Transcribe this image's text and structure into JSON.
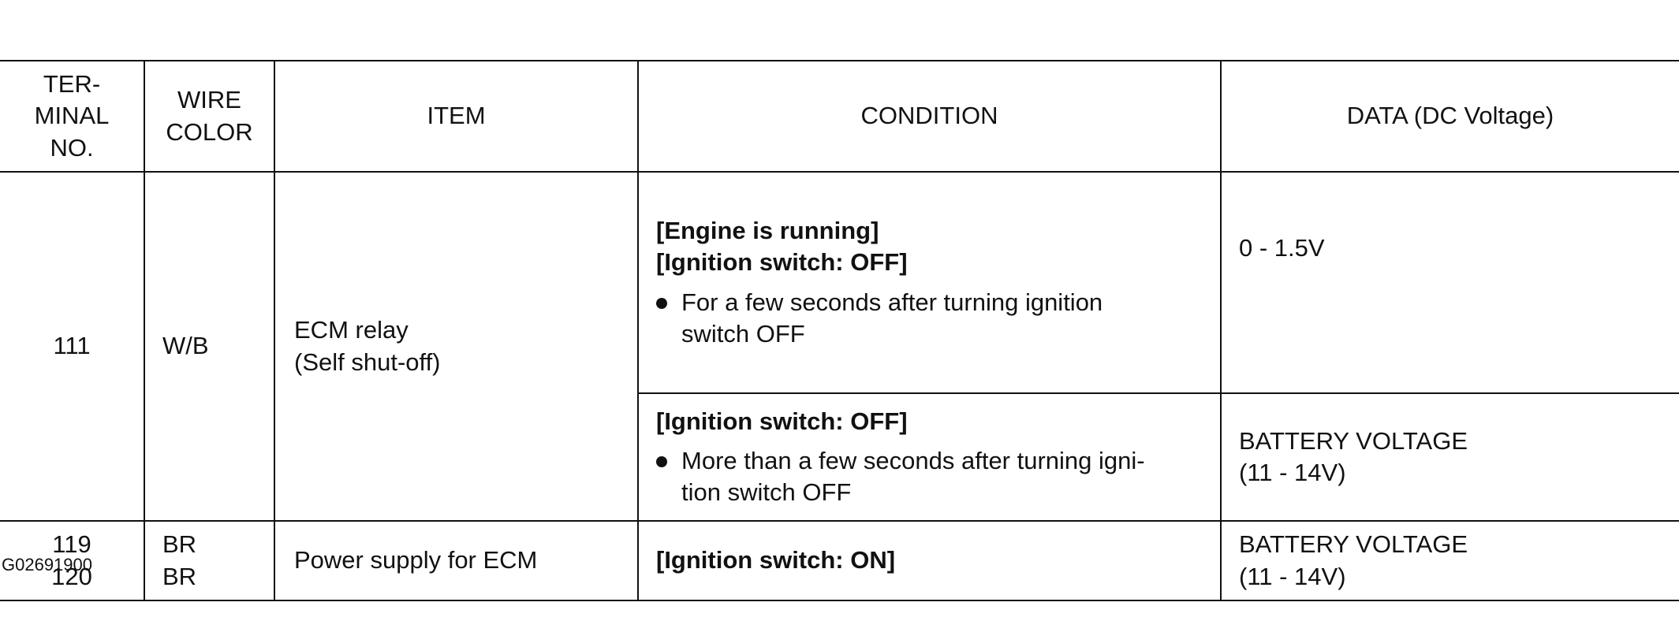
{
  "table": {
    "headers": {
      "terminal": [
        "TER-",
        "MINAL",
        "NO."
      ],
      "wire": [
        "WIRE",
        "COLOR"
      ],
      "item": "ITEM",
      "condition": "CONDITION",
      "data": "DATA (DC Voltage)"
    },
    "rows": [
      {
        "terminal": "111",
        "wire": "W/B",
        "item": [
          "ECM relay",
          "(Self shut-off)"
        ],
        "conditions": [
          {
            "headings": [
              "[Engine is running]",
              "[Ignition switch: OFF]"
            ],
            "bullet": [
              "For a few seconds after turning ignition",
              "switch OFF"
            ],
            "data": "0 - 1.5V"
          },
          {
            "headings": [
              "[Ignition switch: OFF]"
            ],
            "bullet": [
              "More than a few seconds after turning igni-",
              "tion switch OFF"
            ],
            "data": [
              "BATTERY VOLTAGE",
              "(11 - 14V)"
            ]
          }
        ]
      },
      {
        "terminals": [
          "119",
          "120"
        ],
        "wires": [
          "BR",
          "BR"
        ],
        "item": "Power supply for ECM",
        "condition": "[Ignition switch: ON]",
        "data": [
          "BATTERY VOLTAGE",
          "(11 - 14V)"
        ]
      }
    ]
  },
  "caption": "G02691900"
}
